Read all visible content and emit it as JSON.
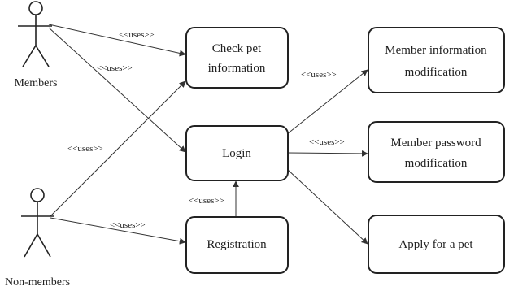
{
  "actors": [
    {
      "id": "members",
      "label": "Members"
    },
    {
      "id": "nonmembers",
      "label": "Non-members"
    }
  ],
  "use_cases": [
    {
      "id": "check_pet",
      "lines": [
        "Check pet",
        "information"
      ]
    },
    {
      "id": "login",
      "lines": [
        "Login"
      ]
    },
    {
      "id": "registration",
      "lines": [
        "Registration"
      ]
    },
    {
      "id": "member_info",
      "lines": [
        "Member information",
        "modification"
      ]
    },
    {
      "id": "member_password",
      "lines": [
        "Member password",
        "modification"
      ]
    },
    {
      "id": "apply_pet",
      "lines": [
        "Apply for a pet"
      ]
    }
  ],
  "relationships": [
    {
      "from": "members",
      "to": "check_pet",
      "label": "<<uses>>"
    },
    {
      "from": "members",
      "to": "login",
      "label": "<<uses>>"
    },
    {
      "from": "nonmembers",
      "to": "check_pet",
      "label": "<<uses>>"
    },
    {
      "from": "nonmembers",
      "to": "registration",
      "label": "<<uses>>"
    },
    {
      "from": "registration",
      "to": "login",
      "label": "<<uses>>"
    },
    {
      "from": "login",
      "to": "member_info",
      "label": "<<uses>>"
    },
    {
      "from": "login",
      "to": "member_password",
      "label": "<<uses>>"
    },
    {
      "from": "login",
      "to": "apply_pet",
      "label": ""
    }
  ]
}
